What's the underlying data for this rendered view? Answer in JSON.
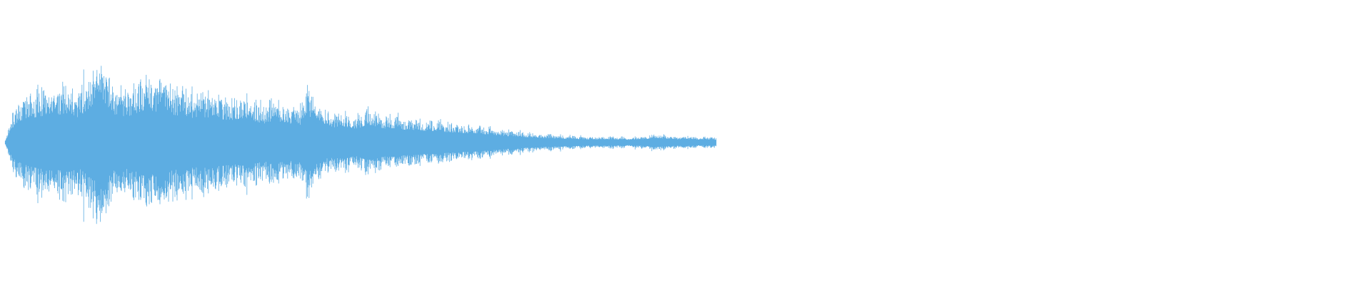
{
  "waveform": {
    "color": "#5DADE2",
    "background": "#ffffff",
    "envelope": [
      0.03,
      0.24,
      0.32,
      0.37,
      0.4,
      0.42,
      0.44,
      0.43,
      0.46,
      0.47,
      0.4,
      0.48,
      0.58,
      0.66,
      0.62,
      0.45,
      0.43,
      0.41,
      0.46,
      0.5,
      0.52,
      0.49,
      0.47,
      0.45,
      0.43,
      0.44,
      0.38,
      0.41,
      0.4,
      0.39,
      0.37,
      0.36,
      0.35,
      0.37,
      0.34,
      0.33,
      0.3,
      0.34,
      0.32,
      0.3,
      0.29,
      0.28,
      0.46,
      0.33,
      0.26,
      0.25,
      0.24,
      0.26,
      0.23,
      0.22,
      0.27,
      0.28,
      0.24,
      0.22,
      0.23,
      0.21,
      0.2,
      0.2,
      0.19,
      0.18,
      0.19,
      0.17,
      0.16,
      0.16,
      0.15,
      0.15,
      0.14,
      0.13,
      0.12,
      0.11,
      0.1,
      0.1,
      0.09,
      0.08,
      0.08,
      0.07,
      0.07,
      0.06,
      0.06,
      0.06,
      0.05,
      0.05,
      0.05,
      0.05,
      0.05,
      0.05,
      0.05,
      0.04,
      0.05,
      0.05,
      0.07,
      0.07,
      0.06,
      0.05,
      0.05,
      0.05,
      0.05,
      0.04,
      0.05,
      0.04
    ]
  }
}
